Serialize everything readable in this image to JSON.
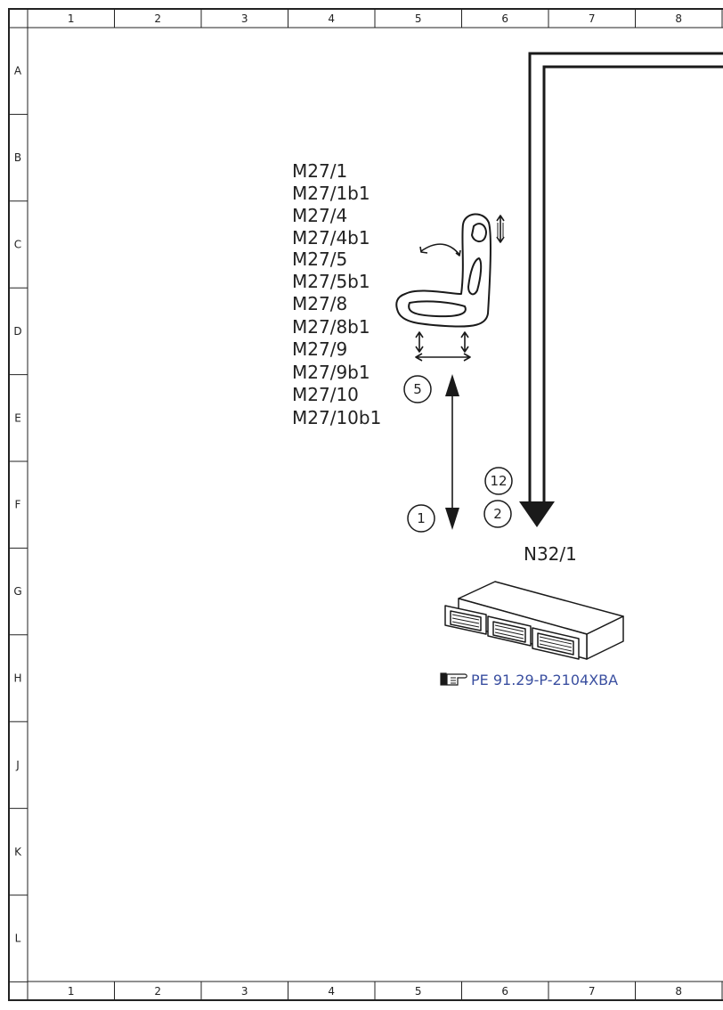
{
  "grid": {
    "columns": [
      "1",
      "2",
      "3",
      "4",
      "5",
      "6",
      "7",
      "8"
    ],
    "rows": [
      "A",
      "B",
      "C",
      "D",
      "E",
      "F",
      "G",
      "H",
      "J",
      "K",
      "L"
    ]
  },
  "seat_components": [
    "M27/1",
    "M27/1b1",
    "M27/4",
    "M27/4b1",
    "M27/5",
    "M27/5b1",
    "M27/8",
    "M27/8b1",
    "M27/9",
    "M27/9b1",
    "M27/10",
    "M27/10b1"
  ],
  "circled_numbers": {
    "left_upper": "5",
    "left_lower": "1",
    "right_upper": "12",
    "right_lower": "2"
  },
  "control_unit": {
    "label": "N32/1",
    "reference": "PE 91.29-P-2104XBA"
  },
  "icons": {
    "seat": "seat-icon",
    "module": "control-module-icon",
    "reference_pointer": "pointing-hand-icon"
  },
  "colors": {
    "line": "#1a1a1a",
    "link": "#3a4fa0"
  }
}
